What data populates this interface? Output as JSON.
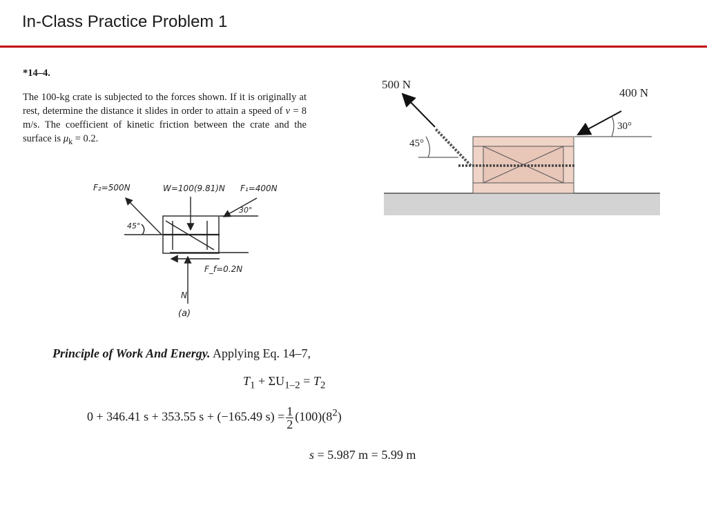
{
  "slide": {
    "title": "In-Class Practice Problem 1",
    "accent_color": "#c00000"
  },
  "problem": {
    "number": "*14–4.",
    "text_a": "The 100-kg crate is subjected to the forces shown. If it is originally at rest, determine the distance it slides in order to attain a speed of ",
    "v_symbol": "v",
    "text_b": " = 8 m/s. The coefficient of kinetic friction between the crate and the surface is ",
    "mu_symbol": "μ",
    "mu_sub": "k",
    "text_c": " = 0.2."
  },
  "fbd": {
    "f2_label": "F₂=500N",
    "w_label": "W=100(9.81)N",
    "f1_label": "F₁=400N",
    "angle_30": "30°",
    "angle_45": "45°",
    "ff_label": "F_f=0.2N",
    "n_label": "N",
    "caption": "(a)"
  },
  "figure": {
    "force_left": "500 N",
    "force_right": "400 N",
    "angle_left": "45°",
    "angle_right": "30°"
  },
  "solution": {
    "heading": "Principle of Work And Energy.",
    "heading_rest": " Applying Eq. 14–7,",
    "eq1_t1": "T",
    "eq1_t1_sub": "1",
    "eq1_mid": " + ΣU",
    "eq1_mid_sub": "1–2",
    "eq1_eq": " = ",
    "eq1_t2": "T",
    "eq1_t2_sub": "2",
    "eq2_lhs": "0 + 346.41 s + 353.55 s + (−165.49 s) =",
    "eq2_frac_num": "1",
    "eq2_frac_den": "2",
    "eq2_rhs": "(100)(8",
    "eq2_exp": "2",
    "eq2_close": ")",
    "eq3_var": "s",
    "eq3_rest": " = 5.987 m = 5.99 m"
  }
}
